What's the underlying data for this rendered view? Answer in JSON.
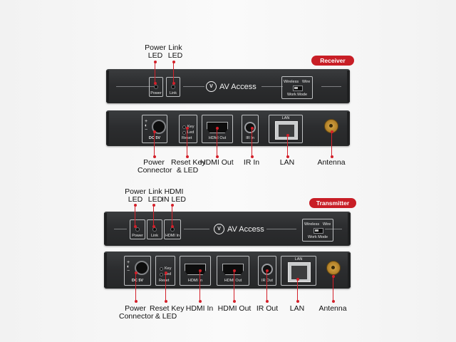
{
  "receiver": {
    "badge": "Receiver",
    "front": {
      "logo": "AV Access",
      "power_label": "Power",
      "link_label": "Link",
      "switch_wireless": "Wireless",
      "switch_wire": "Wire",
      "work_mode": "Work Mode"
    },
    "rear": {
      "dc": "DC 5V",
      "key": "Key",
      "led": "Led",
      "reset": "Reset",
      "hdmi_out": "HDMI Out",
      "ir": "IR In",
      "lan": "LAN"
    },
    "callouts_top": {
      "power_led": "Power\nLED",
      "link_led": "Link\nLED"
    },
    "callouts_bottom": {
      "power_connector": "Power\nConnector",
      "reset_key": "Reset Key\n& LED",
      "hdmi_out": "HDMI Out",
      "ir_in": "IR In",
      "lan": "LAN",
      "antenna": "Antenna"
    }
  },
  "transmitter": {
    "badge": "Transmitter",
    "front": {
      "logo": "AV Access",
      "power_label": "Power",
      "link_label": "Link",
      "hdmi_in_label": "HDMI In",
      "switch_wireless": "Wireless",
      "switch_wire": "Wire",
      "work_mode": "Work Mode"
    },
    "rear": {
      "dc": "DC 5V",
      "key": "Key",
      "led": "Led",
      "reset": "Reset",
      "hdmi_in": "HDMI In",
      "hdmi_out": "HDMI Out",
      "ir": "IR Out",
      "lan": "LAN"
    },
    "callouts_top": {
      "power_led": "Power\nLED",
      "link_led": "Link\nLED",
      "hdmi_in_led": "HDMI\nIN LED"
    },
    "callouts_bottom": {
      "power_connector": "Power\nConnector",
      "reset_key": "Reset Key\n& LED",
      "hdmi_in": "HDMI In",
      "hdmi_out": "HDMI Out",
      "ir_out": "IR Out",
      "lan": "LAN",
      "antenna": "Antenna"
    }
  }
}
